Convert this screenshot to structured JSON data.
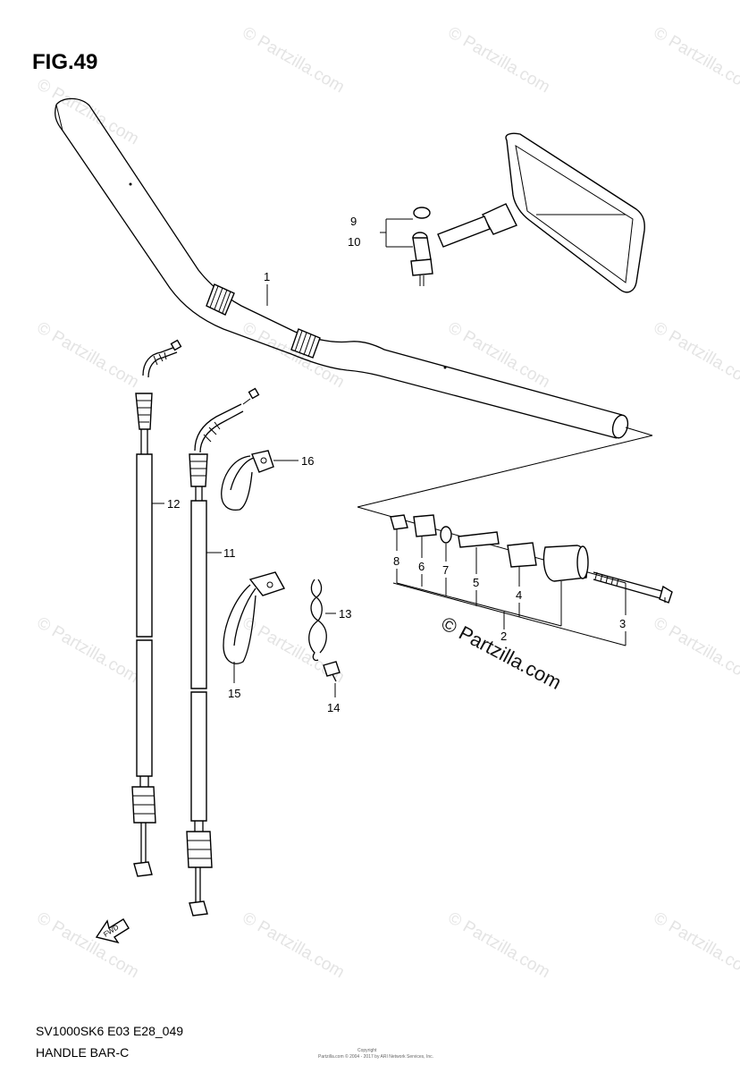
{
  "figure": {
    "title": "FIG.49",
    "model_code": "SV1000SK6 E03 E28_049",
    "section_name": "HANDLE BAR-C",
    "copyright_small": "Copyright",
    "copyright_line": "Partzilla.com © 2004 - 2017 by ARI Network Services, Inc."
  },
  "watermark": {
    "text": "© Partzilla.com",
    "center_text": "© Partzilla.com"
  },
  "callouts": {
    "c1": "1",
    "c2": "2",
    "c3": "3",
    "c4": "4",
    "c5": "5",
    "c6": "6",
    "c7": "7",
    "c8": "8",
    "c9": "9",
    "c10": "10",
    "c11": "11",
    "c12": "12",
    "c13": "13",
    "c14": "14",
    "c15": "15",
    "c16": "16"
  },
  "direction_label": "FWD",
  "colors": {
    "line": "#000000",
    "watermark": "#e4e4e4",
    "background": "#ffffff"
  }
}
